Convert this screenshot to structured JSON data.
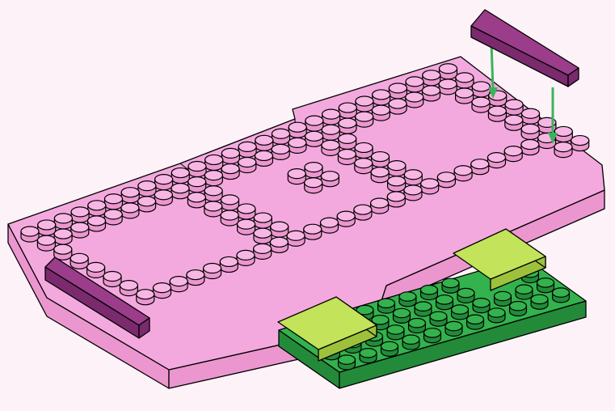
{
  "diagram": {
    "type": "building-instruction-step",
    "colors": {
      "background": "#fcf2f7",
      "baseplate_top": "#f4a9de",
      "baseplate_side": "#ec96cf",
      "stud": "#f7b6e4",
      "purple_tile_top": "#9b3d8a",
      "purple_tile_side": "#7a2a6d",
      "green_plate_top": "#33b24d",
      "green_plate_side": "#238a3a",
      "lime_tile_top": "#c2e35a",
      "lime_tile_side": "#9ec13c",
      "arrow": "#3bb35c",
      "outline": "#000000"
    },
    "parts": [
      {
        "id": "pink-baseplate",
        "color": "pink"
      },
      {
        "id": "purple-tile-placed",
        "color": "purple"
      },
      {
        "id": "purple-tile-incoming",
        "color": "purple"
      },
      {
        "id": "green-plate",
        "color": "green"
      },
      {
        "id": "lime-tile-left",
        "color": "lime"
      },
      {
        "id": "lime-tile-right",
        "color": "lime"
      }
    ],
    "arrows": 2
  }
}
